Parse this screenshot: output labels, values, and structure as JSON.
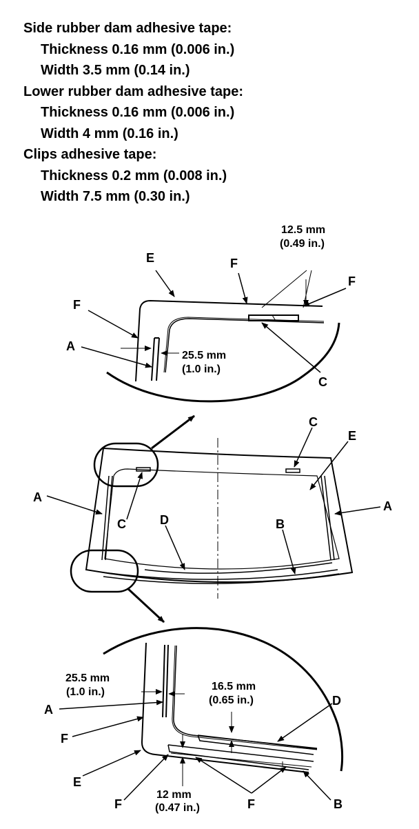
{
  "specs": {
    "side_heading": "Side rubber dam adhesive tape:",
    "side_thickness": "Thickness 0.16 mm (0.006 in.)",
    "side_width": "Width 3.5 mm (0.14 in.)",
    "lower_heading": "Lower rubber dam adhesive tape:",
    "lower_thickness": "Thickness 0.16 mm (0.006 in.)",
    "lower_width": "Width 4 mm (0.16 in.)",
    "clips_heading": "Clips adhesive tape:",
    "clips_thickness": "Thickness 0.2 mm (0.008 in.)",
    "clips_width": "Width 7.5 mm (0.30 in.)"
  },
  "top_detail": {
    "dim_clip_mm": "12.5 mm",
    "dim_clip_in": "(0.49 in.)",
    "dim_side_mm": "25.5 mm",
    "dim_side_in": "(1.0 in.)",
    "labels": {
      "e": "E",
      "f1": "F",
      "f2": "F",
      "f3": "F",
      "a": "A",
      "c": "C"
    }
  },
  "main_view": {
    "labels": {
      "a_left": "A",
      "a_right": "A",
      "b": "B",
      "c_top": "C",
      "c_left": "C",
      "d": "D",
      "e": "E"
    }
  },
  "bottom_detail": {
    "dim_side_mm": "25.5 mm",
    "dim_side_in": "(1.0 in.)",
    "dim_lower_mm": "16.5 mm",
    "dim_lower_in": "(0.65 in.)",
    "dim_bottom_mm": "12 mm",
    "dim_bottom_in": "(0.47 in.)",
    "labels": {
      "a": "A",
      "f1": "F",
      "e": "E",
      "f2": "F",
      "f3": "F",
      "b": "B",
      "d": "D"
    }
  }
}
